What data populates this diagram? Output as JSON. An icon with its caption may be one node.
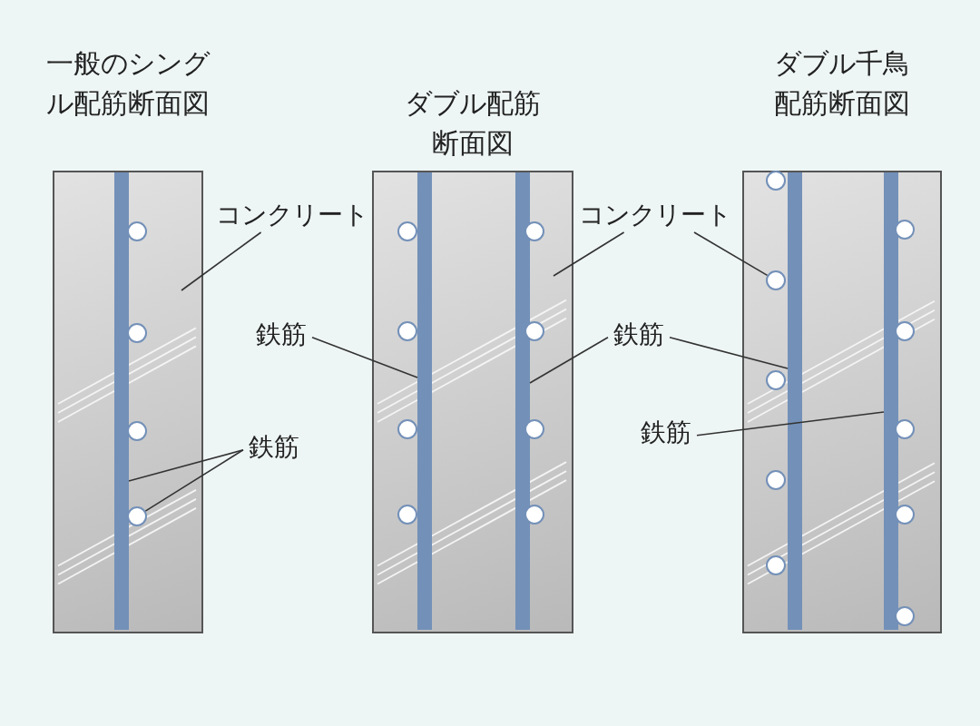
{
  "diagram": {
    "nodes": [
      {
        "text": [
          "一般のシングル配筋断面図"
        ]
      },
      {
        "text": [],
        "shape": "bar",
        "in": 0
      },
      {
        "text": [],
        "shape": "circle",
        "in": 0
      },
      {
        "text": [],
        "shape": "circle",
        "in": 0
      },
      {
        "text": [],
        "shape": "circle",
        "in": 0
      },
      {
        "text": [],
        "shape": "circle",
        "in": 0
      },
      {
        "text": [
          "ダブル配筋断面図"
        ]
      },
      {
        "text": [],
        "shape": "bar",
        "in": 6
      },
      {
        "text": [],
        "shape": "bar",
        "in": 6
      },
      {
        "text": [],
        "shape": "circle",
        "in": 6
      },
      {
        "text": [],
        "shape": "circle",
        "in": 6
      },
      {
        "text": [],
        "shape": "circle",
        "in": 6
      },
      {
        "text": [],
        "shape": "circle",
        "in": 6
      },
      {
        "text": [],
        "shape": "circle",
        "in": 6
      },
      {
        "text": [],
        "shape": "circle",
        "in": 6
      },
      {
        "text": [],
        "shape": "circle",
        "in": 6
      },
      {
        "text": [],
        "shape": "circle",
        "in": 6
      },
      {
        "text": [
          "ダブル千鳥配筋断面図"
        ]
      },
      {
        "text": [],
        "shape": "bar",
        "in": 17
      },
      {
        "text": [],
        "shape": "bar",
        "in": 17
      },
      {
        "text": [],
        "shape": "circle",
        "in": 17
      },
      {
        "text": [],
        "shape": "circle",
        "in": 17
      },
      {
        "text": [],
        "shape": "circle",
        "in": 17
      },
      {
        "text": [],
        "shape": "circle",
        "in": 17
      },
      {
        "text": [],
        "shape": "circle",
        "in": 17
      },
      {
        "text": [],
        "shape": "circle",
        "in": 17
      },
      {
        "text": [],
        "shape": "circle",
        "in": 17
      },
      {
        "text": [],
        "shape": "circle",
        "in": 17
      },
      {
        "text": [],
        "shape": "circle",
        "in": 17
      },
      {
        "text": [],
        "shape": "circle",
        "in": 17
      },
      {
        "text": [
          "コンクリート"
        ]
      },
      {
        "text": [
          "鉄筋"
        ]
      },
      {
        "text": [
          "鉄筋"
        ]
      },
      {
        "text": [
          "コンクリート"
        ]
      },
      {
        "text": [
          "鉄筋"
        ]
      },
      {
        "text": [
          "鉄筋"
        ]
      }
    ],
    "edges": [
      {
        "from": 30,
        "to": 0,
        "arrow": "none"
      },
      {
        "from": 31,
        "to": 1,
        "arrow": "none"
      },
      {
        "from": 31,
        "to": 5,
        "arrow": "none"
      },
      {
        "from": 32,
        "to": 7,
        "arrow": "none"
      },
      {
        "from": 33,
        "to": 6,
        "arrow": "none"
      },
      {
        "from": 33,
        "to": 21,
        "arrow": "none"
      },
      {
        "from": 34,
        "to": 8,
        "arrow": "none"
      },
      {
        "from": 34,
        "to": 18,
        "arrow": "none"
      },
      {
        "from": 35,
        "to": 19,
        "arrow": "none"
      }
    ]
  }
}
